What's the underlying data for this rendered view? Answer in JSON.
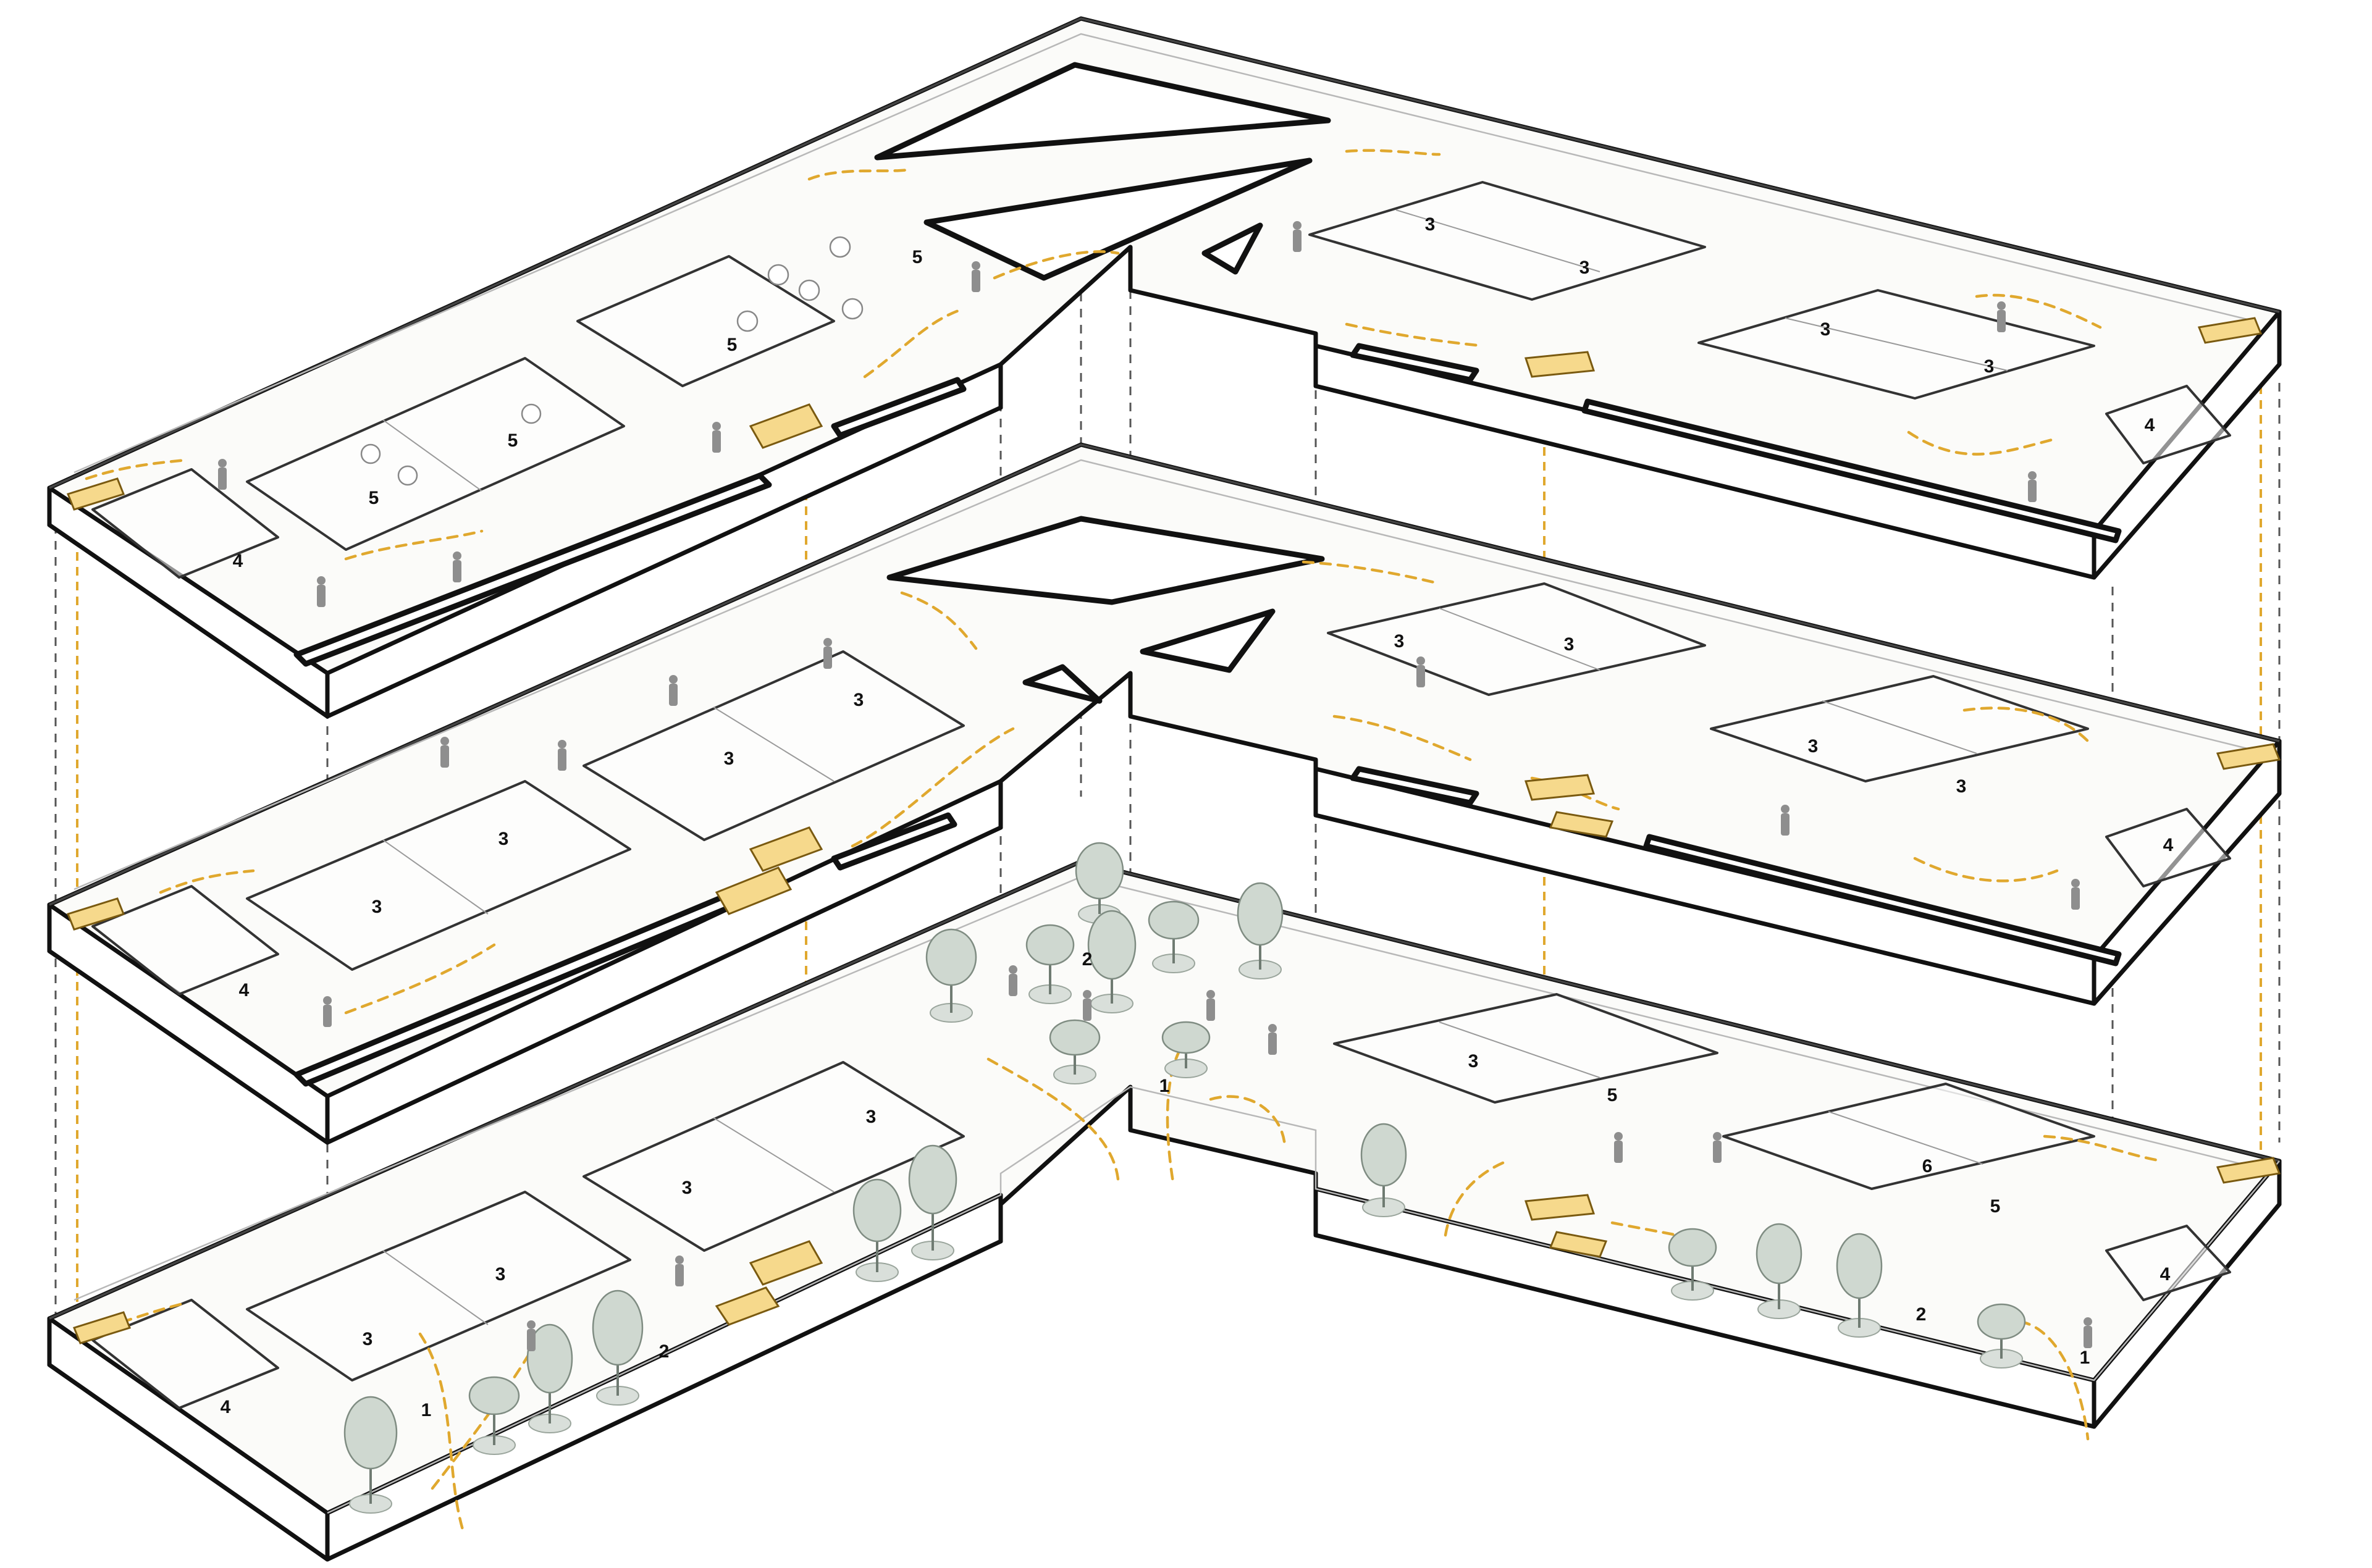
{
  "floors": [
    {
      "name": "top",
      "labels": [
        {
          "text": "5"
        },
        {
          "text": "5"
        },
        {
          "text": "5"
        },
        {
          "text": "5"
        },
        {
          "text": "4"
        },
        {
          "text": "3"
        },
        {
          "text": "3"
        },
        {
          "text": "3"
        },
        {
          "text": "3"
        },
        {
          "text": "4"
        }
      ]
    },
    {
      "name": "middle",
      "labels": [
        {
          "text": "3"
        },
        {
          "text": "3"
        },
        {
          "text": "3"
        },
        {
          "text": "3"
        },
        {
          "text": "4"
        },
        {
          "text": "3"
        },
        {
          "text": "3"
        },
        {
          "text": "3"
        },
        {
          "text": "3"
        },
        {
          "text": "4"
        }
      ]
    },
    {
      "name": "ground",
      "labels": [
        {
          "text": "3"
        },
        {
          "text": "3"
        },
        {
          "text": "3"
        },
        {
          "text": "3"
        },
        {
          "text": "4"
        },
        {
          "text": "1"
        },
        {
          "text": "2"
        },
        {
          "text": "2"
        },
        {
          "text": "1"
        },
        {
          "text": "3"
        },
        {
          "text": "5"
        },
        {
          "text": "6"
        },
        {
          "text": "5"
        },
        {
          "text": "4"
        },
        {
          "text": "2"
        },
        {
          "text": "1"
        }
      ]
    }
  ],
  "colors": {
    "circulation": "#e0a82e",
    "stair_fill": "#f6d98c",
    "outline": "#111111",
    "vegetation": "#cfd8d0"
  },
  "icons": [
    "tree-icon",
    "person-icon",
    "stair-icon",
    "table-icon"
  ]
}
